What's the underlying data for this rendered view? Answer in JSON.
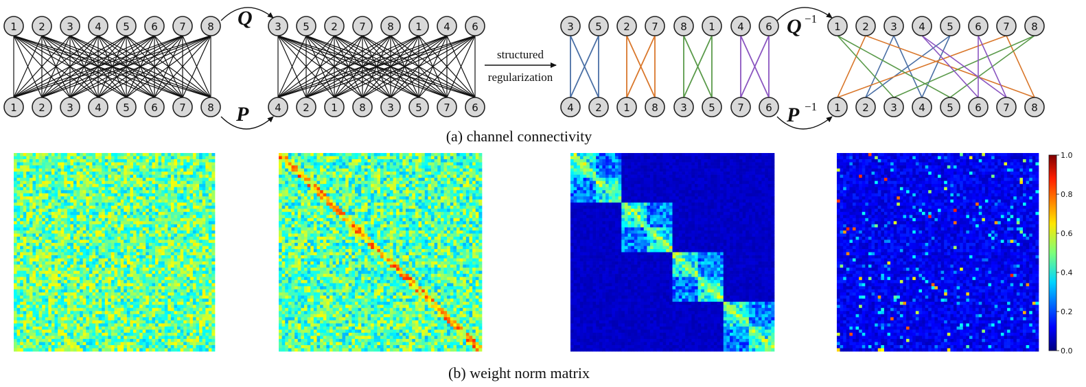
{
  "captions": {
    "connectivity": "(a) channel connectivity",
    "matrix": "(b) weight norm matrix"
  },
  "operators": {
    "q_symbol": "Q",
    "p_symbol": "P",
    "q_inv_symbol": "Q",
    "p_inv_symbol": "P",
    "inverse_exponent": "−1"
  },
  "middle_label": {
    "line1": "structured",
    "line2": "regularization"
  },
  "graphs": {
    "original": {
      "top": [
        "1",
        "2",
        "3",
        "4",
        "5",
        "6",
        "7",
        "8"
      ],
      "bottom": [
        "1",
        "2",
        "3",
        "4",
        "5",
        "6",
        "7",
        "8"
      ]
    },
    "permuted": {
      "top": [
        "3",
        "5",
        "2",
        "7",
        "8",
        "1",
        "4",
        "6"
      ],
      "bottom": [
        "4",
        "2",
        "1",
        "8",
        "3",
        "5",
        "7",
        "6"
      ]
    },
    "groups": {
      "top": [
        "3",
        "5",
        "2",
        "7",
        "8",
        "1",
        "4",
        "6"
      ],
      "bottom": [
        "4",
        "2",
        "1",
        "8",
        "3",
        "5",
        "7",
        "6"
      ],
      "colors": [
        "#4a6fa5",
        "#d9772b",
        "#5a9a4a",
        "#8a55c0"
      ]
    },
    "restored": {
      "top": [
        "1",
        "2",
        "3",
        "4",
        "5",
        "6",
        "7",
        "8"
      ],
      "bottom": [
        "1",
        "2",
        "3",
        "4",
        "5",
        "6",
        "7",
        "8"
      ]
    }
  },
  "colorbar": {
    "ticks": [
      "1.0",
      "0.8",
      "0.6",
      "0.4",
      "0.2",
      "0.0"
    ],
    "colormap": "jet"
  },
  "heatmaps": [
    "uniform-random",
    "noisy-diagonal",
    "block-diagonal",
    "sparse-scattered"
  ]
}
